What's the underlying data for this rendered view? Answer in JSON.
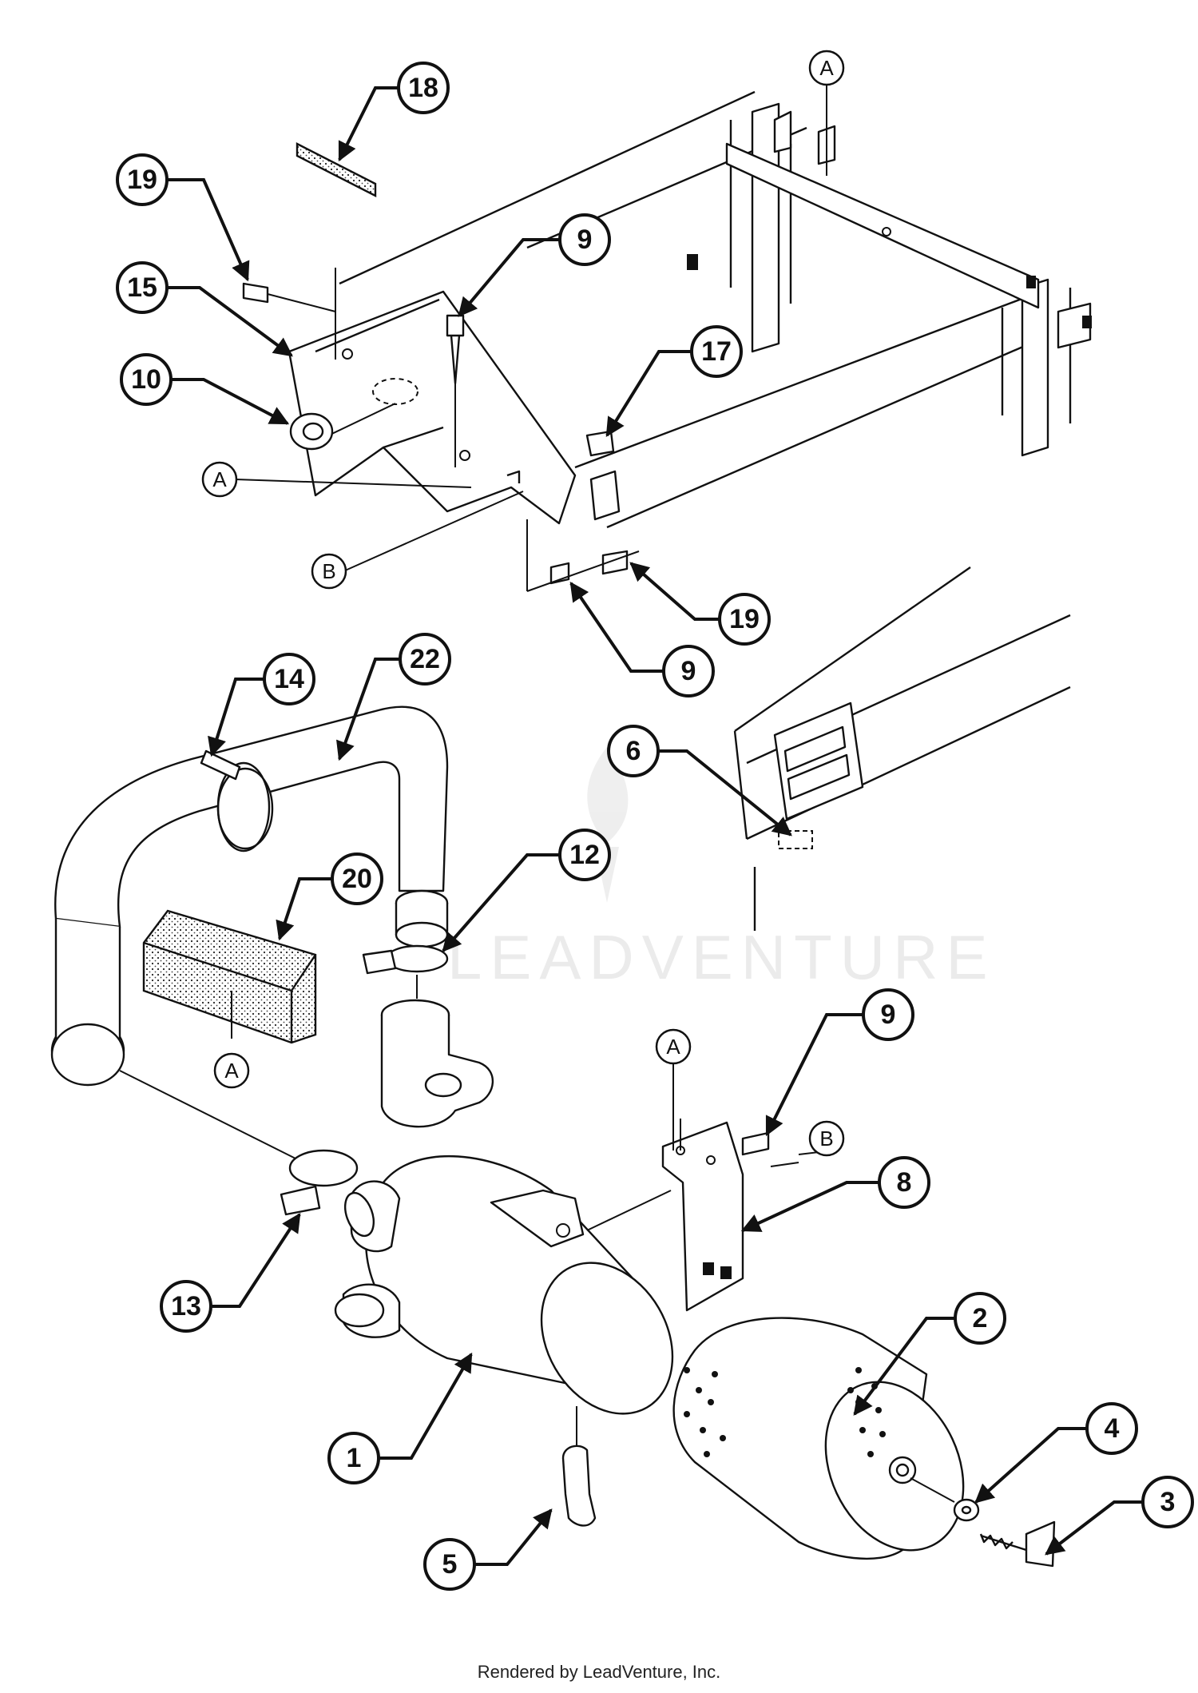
{
  "footer": "Rendered by LeadVenture, Inc.",
  "watermark": "LEADVENTURE",
  "callouts": [
    "18",
    "19",
    "9",
    "15",
    "10",
    "17",
    "19",
    "9",
    "14",
    "22",
    "20",
    "12",
    "6",
    "9",
    "8",
    "13",
    "1",
    "2",
    "4",
    "3",
    "5"
  ],
  "letters": [
    "A",
    "A",
    "B",
    "A",
    "A",
    "B"
  ]
}
